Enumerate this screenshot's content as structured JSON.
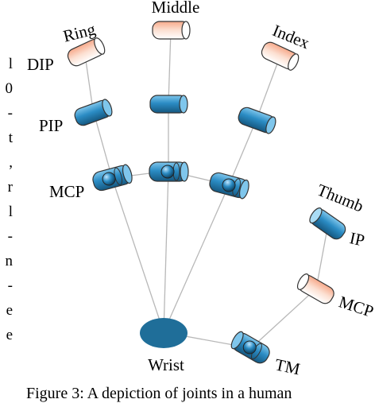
{
  "labels": {
    "middle": "Middle",
    "ring": "Ring",
    "index": "Index",
    "thumb": "Thumb",
    "dip": "DIP",
    "pip": "PIP",
    "mcp": "MCP",
    "ip": "IP",
    "mcp_thumb": "MCP",
    "tm": "TM",
    "wrist": "Wrist"
  },
  "caption": "Figure 3: A depiction of joints in a human",
  "margin_chars": [
    "l",
    "0",
    "-",
    "t",
    ",",
    "r",
    "l",
    "-",
    "n",
    "-",
    "e",
    "e"
  ],
  "colors": {
    "blue_joint": "#2b8cc4",
    "peach_joint": "#f5b89a",
    "wrist": "#1f6e99",
    "link": "#b8b8b8"
  }
}
